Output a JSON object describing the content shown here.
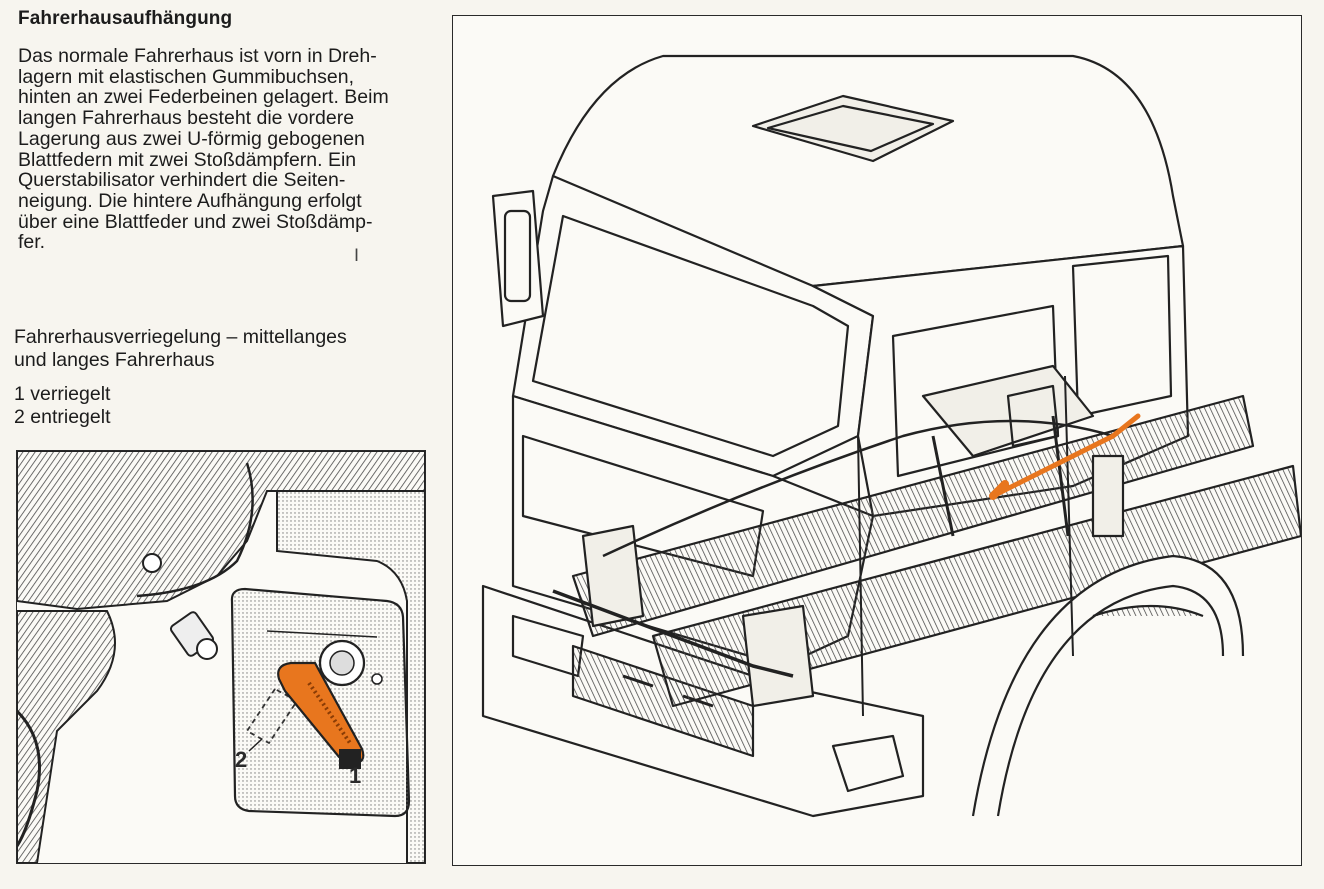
{
  "document": {
    "title": "Fahrerhausaufhängung",
    "paragraph_lines": [
      "Das normale Fahrerhaus ist vorn in Dreh-",
      "lagern mit elastischen Gummibuchsen,",
      "hinten an zwei Federbeinen gelagert. Beim",
      "langen Fahrerhaus besteht die vordere",
      "Lagerung aus zwei U-förmig gebogenen",
      "Blattfedern mit zwei Stoßdämpfern. Ein",
      "Querstabilisator verhindert die Seiten-",
      "neigung. Die hintere Aufhängung erfolgt",
      "über eine Blattfeder und zwei Stoßdämp-",
      "fer."
    ],
    "caption_lines": [
      "Fahrerhausverriegelung – mittellanges",
      "und langes Fahrerhaus"
    ],
    "legend": [
      "1 verriegelt",
      "2 entriegelt"
    ]
  },
  "figures": {
    "lock_detail": {
      "label_locked": "1",
      "label_unlocked": "2",
      "highlight_color": "#e8761e"
    },
    "cab_drawing": {
      "highlight_color": "#e8761e"
    }
  }
}
